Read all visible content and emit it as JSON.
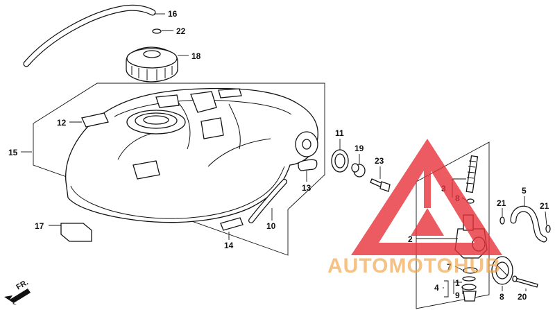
{
  "callouts": {
    "c1": "1",
    "c2": "2",
    "c3": "3",
    "c4": "4",
    "c5": "5",
    "c7": "7",
    "c8a": "8",
    "c8b": "8",
    "c9": "9",
    "c10": "10",
    "c11": "11",
    "c12": "12",
    "c13": "13",
    "c14": "14",
    "c15": "15",
    "c16": "16",
    "c17": "17",
    "c18": "18",
    "c19": "19",
    "c20": "20",
    "c21a": "21",
    "c21b": "21",
    "c22": "22",
    "c23": "23"
  },
  "direction": {
    "label": "FR."
  },
  "watermark": {
    "text": "AUTOMOTOHUB",
    "color": "#e8333a",
    "text_color": "#f2a64a"
  }
}
